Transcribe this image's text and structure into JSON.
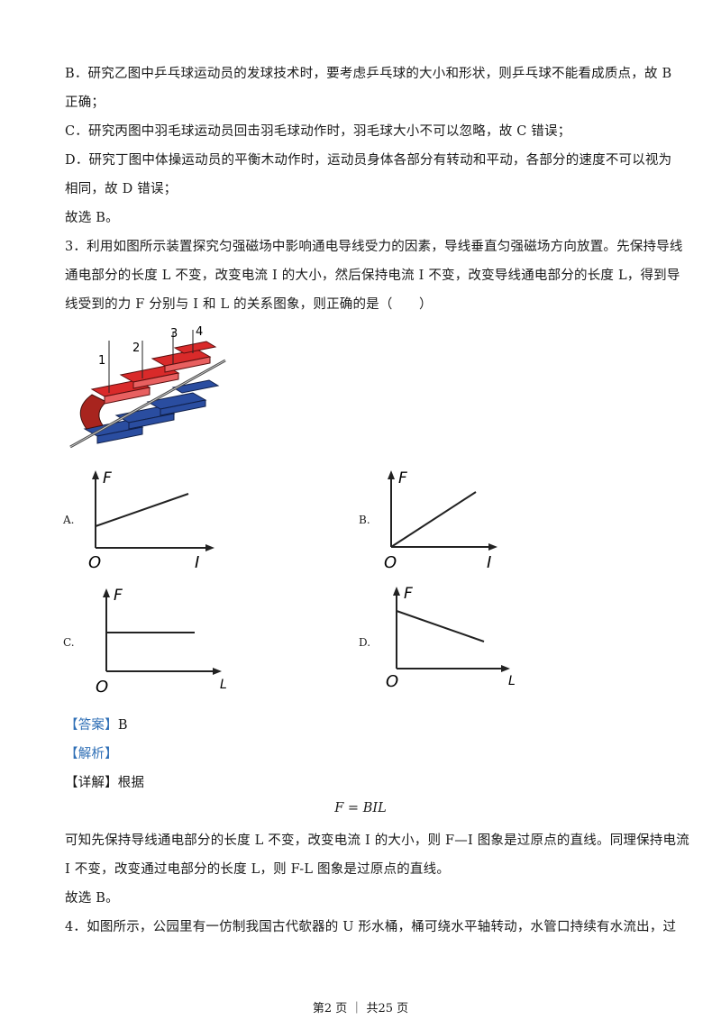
{
  "lines": [
    "B．研究乙图中乒乓球运动员的发球技术时，要考虑乒乓球的大小和形状，则乒乓球不能看成质点，故 B",
    "正确；",
    "C．研究丙图中羽毛球运动员回击羽毛球动作时，羽毛球大小不可以忽略，故 C 错误；",
    "D．研究丁图中体操运动员的平衡木动作时，运动员身体各部分有转动和平动，各部分的速度不可以视为",
    "相同，故 D 错误；",
    "故选 B。",
    "3．利用如图所示装置探究匀强磁场中影响通电导线受力的因素，导线垂直匀强磁场方向放置。先保持导线",
    "通电部分的长度 L 不变，改变电流 I 的大小，然后保持电流 I 不变，改变导线通电部分的长度 L，得到导",
    "线受到的力 F 分别与 I 和 L 的关系图象，则正确的是（　　）"
  ],
  "apparatus_labels": [
    "1",
    "2",
    "3",
    "4"
  ],
  "options": {
    "A": {
      "label": "A.",
      "x_axis": "I",
      "y_axis": "F",
      "origin": "O"
    },
    "B": {
      "label": "B.",
      "x_axis": "I",
      "y_axis": "F",
      "origin": "O"
    },
    "C": {
      "label": "C.",
      "x_axis": "L",
      "y_axis": "F",
      "origin": "O"
    },
    "D": {
      "label": "D.",
      "x_axis": "L",
      "y_axis": "F",
      "origin": "O"
    }
  },
  "answer_tag": "【答案】",
  "answer_value": "B",
  "analysis_tag": "【解析】",
  "detail_line": "【详解】根据",
  "formula": "F = BIL",
  "explain_lines": [
    "可知先保持导线通电部分的长度 L 不变，改变电流 I 的大小，则 F—I 图象是过原点的直线。同理保持电流",
    "I 不变，改变通过电部分的长度 L，则 F-L 图象是过原点的直线。",
    "故选 B。",
    "4．如图所示，公园里有一仿制我国古代欹器的 U 形水桶，桶可绕水平轴转动，水管口持续有水流出，过"
  ],
  "footer": "第2 页 ｜ 共25 页"
}
